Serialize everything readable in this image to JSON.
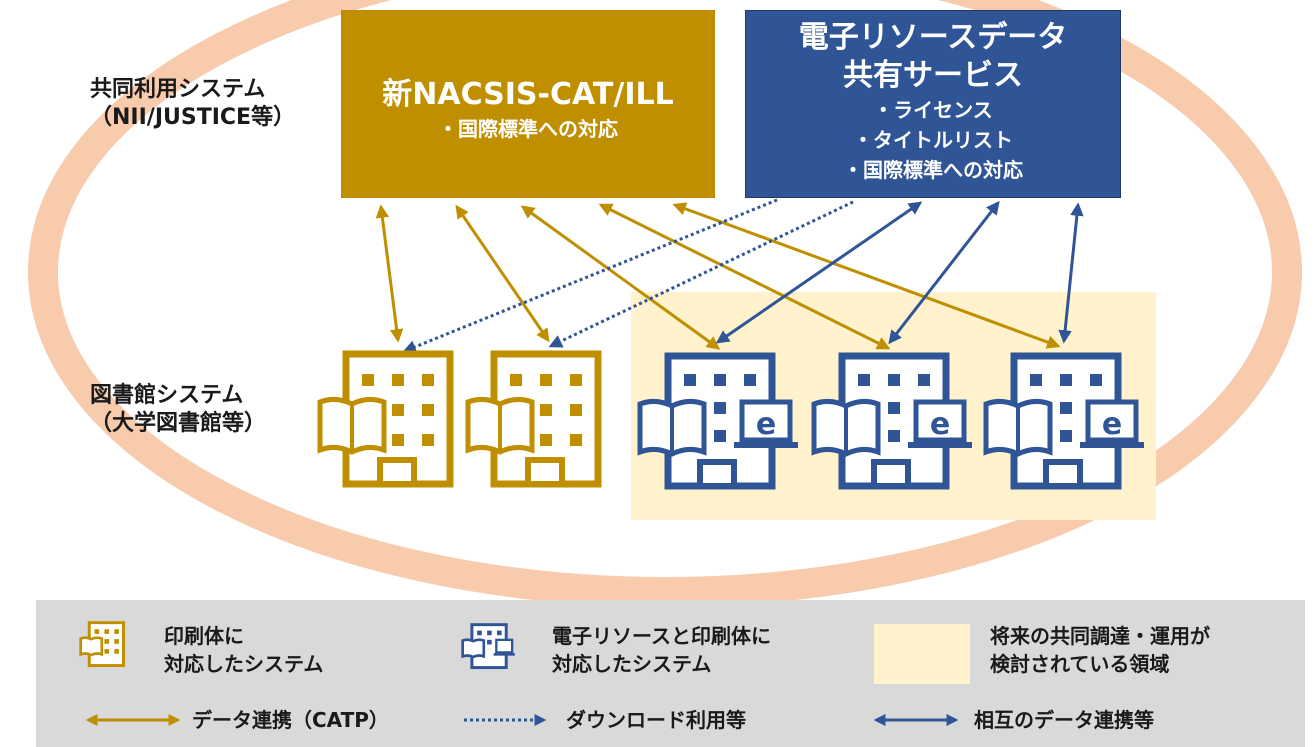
{
  "labels": {
    "shared_system_line1": "共同利用システム",
    "shared_system_line2": "（NII/JUSTICE等）",
    "library_system_line1": "図書館システム",
    "library_system_line2": "（大学図書館等）"
  },
  "nacsis_box": {
    "title": "新NACSIS-CAT/ILL",
    "items": [
      "・国際標準への対応"
    ]
  },
  "eresource_box": {
    "title_line1": "電子リソースデータ",
    "title_line2": "共有サービス",
    "items": [
      "・ライセンス",
      "・タイトルリスト",
      "・国際標準への対応"
    ]
  },
  "building_icon_letter": "e",
  "legend": {
    "print_system_line1": "印刷体に",
    "print_system_line2": "対応したシステム",
    "eprint_system_line1": "電子リソースと印刷体に",
    "eprint_system_line2": "対応したシステム",
    "future_area_line1": "将来の共同調達・運用が",
    "future_area_line2": "検討されている領域",
    "arrow_catp": "データ連携（CATP）",
    "arrow_download": "ダウンロード利用等",
    "arrow_mutual": "相互のデータ連携等"
  },
  "colors": {
    "gold": "#bf8f00",
    "blue": "#2f5597",
    "ellipse": "#f8cbad",
    "future_area": "#fff2cc",
    "legend_bg": "#d9d9d9"
  }
}
